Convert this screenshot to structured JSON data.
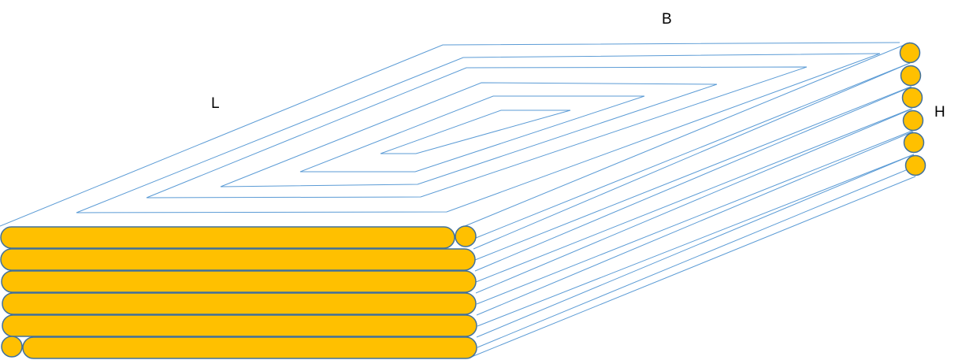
{
  "labels": {
    "length": "L",
    "breadth": "B",
    "height": "H"
  },
  "colors": {
    "line": "#5b9bd5",
    "fill": "#ffc000",
    "outline": "#41719c",
    "text": "#000000"
  },
  "layers": 6
}
